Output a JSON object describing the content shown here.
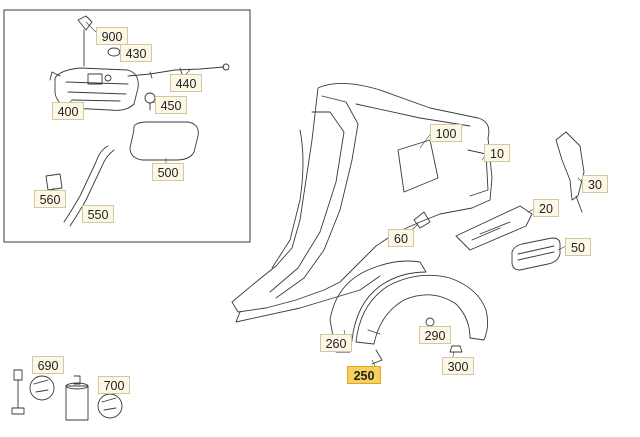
{
  "callouts": {
    "c900": "900",
    "c430": "430",
    "c440": "440",
    "c450": "450",
    "c400": "400",
    "c500": "500",
    "c560": "560",
    "c550": "550",
    "c100": "100",
    "c10": "10",
    "c30": "30",
    "c20": "20",
    "c50": "50",
    "c60": "60",
    "c260": "260",
    "c290": "290",
    "c300": "300",
    "c250": "250",
    "c690": "690",
    "c700": "700"
  },
  "highlighted_part": "250",
  "colors": {
    "line": "#3a3a3a",
    "callout_bg": "#fdf8e6",
    "callout_highlight": "#f7d060"
  }
}
